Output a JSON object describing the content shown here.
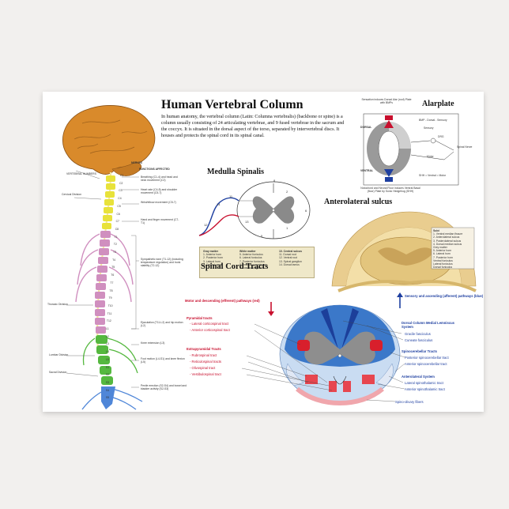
{
  "title": "Human Vertebral Column",
  "intro": "In human anatomy, the vertebral column (Latin: Columna vertebralis) (backbone or spine) is a column usually consisting of 24 articulating vertebrae, and 9 fused vertebrae in the sacrum and the coccyx. It is situated in the dorsal aspect of the torso, separated by intervertebral discs. It houses and protects the spinal cord in its spinal canal.",
  "spine_panel": {
    "nerves_label": "NERVES",
    "functions_label": "FUNCTIONS AFFECTED",
    "vertebral_numbers_label": "VERTEBRAL NUMBERS",
    "divisions": [
      {
        "label": "Cervical Division"
      },
      {
        "label": "Thoracic Division"
      },
      {
        "label": "Lumbar Division"
      },
      {
        "label": "Sacral Division"
      }
    ],
    "vertebra_labels": [
      "C1",
      "C2",
      "C3",
      "C4",
      "C5",
      "C6",
      "C7",
      "C8",
      "T1",
      "T2",
      "T3",
      "T4",
      "T5",
      "T6",
      "T7",
      "T8",
      "T9",
      "T10",
      "T11",
      "T12",
      "L1",
      "L2",
      "L3",
      "L4",
      "L5",
      "S1",
      "S2",
      "S3",
      "S4",
      "S5"
    ],
    "functions": [
      {
        "text": "Breathing (C1-4) and head and neck movement (C2)"
      },
      {
        "text": "Heart rate (C4-8) and shoulder movement (C5-7)"
      },
      {
        "text": "Wrist/elbow movement (C5-7)"
      },
      {
        "text": "Hand and finger movement (C7-T1)"
      },
      {
        "text": "Sympathetic tone (T1-12) (including temperature regulation) and trunk stability (T2-12)"
      },
      {
        "text": "Ejaculation (T11-L2) and hip motion (L2)"
      },
      {
        "text": "Knee extension (L3)"
      },
      {
        "text": "Foot motion (L4-S1) and knee flexion (L5)"
      },
      {
        "text": "Penile erection (S2-S4) and bowel and bladder activity (S2-S3)"
      }
    ]
  },
  "medulla": {
    "heading": "Medulla Spinalis",
    "legend_col1": [
      "Gray matter",
      "1. Anterior horn",
      "2. Posterior horn",
      "3. Lateral horn",
      "4. Central canal"
    ],
    "legend_col2": [
      "White matter",
      "5. Anterior funiculus",
      "6. Lateral funiculus",
      "7. Posterior funiculus",
      "8. Anterior commissure",
      "9. Fasciculus gracilis"
    ],
    "legend_col3": [
      "10. Central sulcus",
      "11. Dorsal root",
      "12. Ventral root",
      "13. Spinal ganglion",
      "14. Dorsal ramus"
    ]
  },
  "alarplate": {
    "heading": "Alarplate",
    "top_note": "Sensation induces Dorsal Alar (roof) Plate with BMPs",
    "bmps_label": "BMPs",
    "dorsal_label": "DORSAL",
    "ventral_label": "VENTRAL",
    "shh_label": "SHH",
    "bottom_note": "Notochord and Neural Floor induces Ventral Basal (floor) Plate by Sonic Hedgehog (SHH)",
    "side_labels": [
      "BMP - Dorsal - Sensory",
      "Sensory",
      "DRG",
      "Spinal Nerve",
      "Motor",
      "SHH = Ventral = Motor"
    ]
  },
  "anterolateral": {
    "heading": "Anterolateral sulcus",
    "legend": [
      "Sulci",
      "1. Ventral median fissure",
      "2. Anterolateral sulcus",
      "3. Posterolateral sulcus",
      "4. Dorsal median sulcus",
      "Grey matter",
      "5. Anterior horn",
      "6. Lateral horn",
      "7. Posterior horn",
      "Ventral funiculus",
      "Lateral funiculus",
      "Dorsal funiculus"
    ]
  },
  "tracts": {
    "heading": "Spinal Cord Tracts",
    "motor_heading": "Motor and descending (efferent) pathways (red)",
    "sensory_heading": "Sensory and ascending (afferent) pathways (blue)",
    "left_groups": [
      {
        "title": "Pyramidal tracts",
        "items": [
          "- Lateral corticospinal tract",
          "- Anterior corticospinal tract"
        ]
      },
      {
        "title": "Extrapyramidal Tracts",
        "items": [
          "- Rubrospinal tract",
          "- Reticulospinal tracts",
          "- Olivospinal tract",
          "- Vestibulospinal tract"
        ]
      }
    ],
    "right_groups": [
      {
        "title": "Dorsal Column Medial Lemniscus System",
        "items": [
          "Gracile fasciculus",
          "Cuneate fasciculus"
        ]
      },
      {
        "title": "Spinocerebellar Tracts",
        "items": [
          "Posterior spinocerebellar tract",
          "Anterior spinocerebellar tract"
        ]
      },
      {
        "title": "Anterolateral System",
        "items": [
          "Lateral spinothalamic tract",
          "Anterior spinothalamic tract"
        ]
      }
    ],
    "spino_olivary": "Spino-olivary fibers"
  },
  "colors": {
    "brain": "#d98a2b",
    "cervical": "#e8e23a",
    "thoracic": "#d08fbf",
    "lumbar": "#55b83f",
    "sacral": "#4f86d8",
    "motor": "#c8102e",
    "sensory": "#1e3fa0",
    "cord_blue": "#3b78c9"
  }
}
